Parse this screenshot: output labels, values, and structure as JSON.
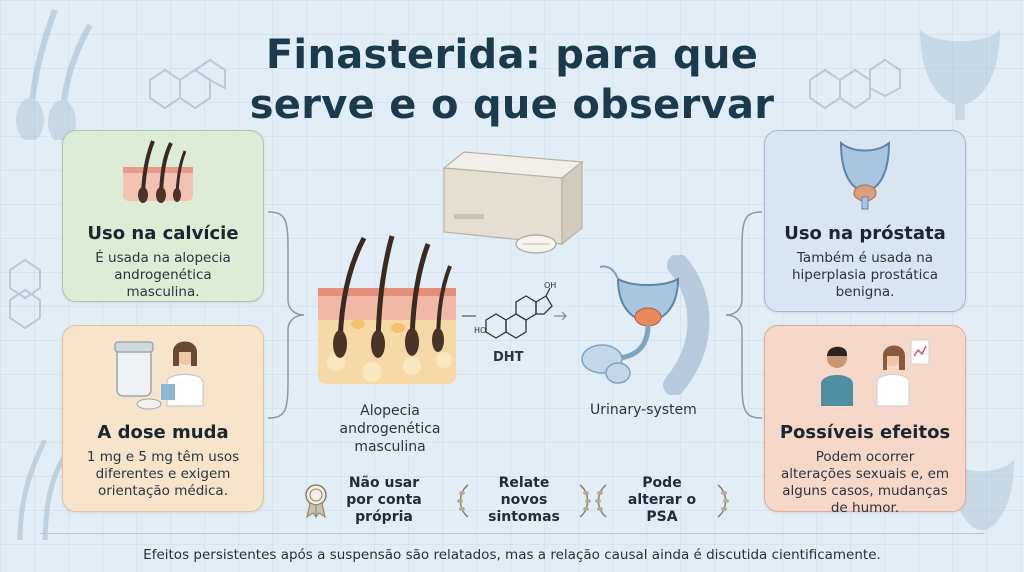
{
  "title_line1": "Finasterida: para que",
  "title_line2": "serve e o que observar",
  "cards": {
    "baldness": {
      "title": "Uso na calvície",
      "text": "É usada na alopecia androgenética masculina."
    },
    "dose": {
      "title": "A dose muda",
      "text": "1 mg e 5 mg têm usos diferentes e exigem orientação médica."
    },
    "prostate": {
      "title": "Uso na próstata",
      "text": "Também é usada na hiperplasia prostática benigna."
    },
    "effects": {
      "title": "Possíveis efeitos",
      "text": "Podem ocorrer alterações sexuais e, em alguns casos, mudanças de humor."
    }
  },
  "center": {
    "scalp_label": "Alopecia androgenética masculina",
    "dht_label": "DHT",
    "urinary_label": "Urinary-system",
    "oh_label": "OH",
    "ho_label": "HO"
  },
  "notes": [
    {
      "text": "Não usar por conta própria",
      "icon": "award-ribbon-icon"
    },
    {
      "text": "Relate novos sintomas",
      "icon": "laurel-icon"
    },
    {
      "text": "Pode alterar o PSA",
      "icon": "laurel-icon"
    }
  ],
  "footer": "Efeitos persistentes após a suspensão são relatados, mas a relação causal ainda é discutida cientificamente.",
  "colors": {
    "background": "#e3edf5",
    "title": "#1b3a4b",
    "green_card": "#dcecd6",
    "peach_card": "#f6e4cc",
    "blue_card": "#d9e6f2",
    "salmon_card": "#f6d8cb"
  }
}
